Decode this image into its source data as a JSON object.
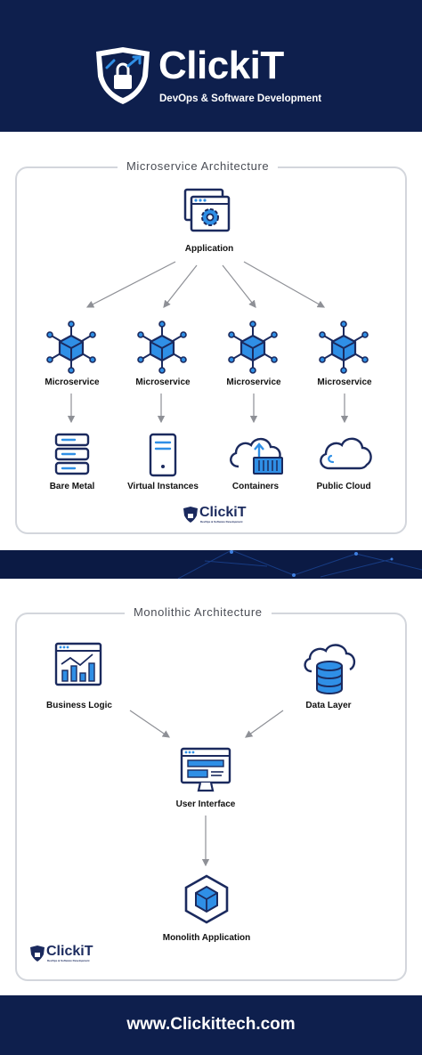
{
  "header": {
    "brand": "ClickiT",
    "tagline": "DevOps & Software Development"
  },
  "microservice": {
    "title": "Microservice Architecture",
    "application_label": "Application",
    "services": [
      {
        "label": "Microservice",
        "target": "Bare Metal"
      },
      {
        "label": "Microservice",
        "target": "Virtual Instances"
      },
      {
        "label": "Microservice",
        "target": "Containers"
      },
      {
        "label": "Microservice",
        "target": "Public Cloud"
      }
    ],
    "watermark_brand": "ClickiT",
    "watermark_tag": "DevOps & Software Development"
  },
  "monolithic": {
    "title": "Monolithic Architecture",
    "business_logic": "Business Logic",
    "data_layer": "Data Layer",
    "user_interface": "User Interface",
    "monolith_application": "Monolith Application",
    "watermark_brand": "ClickiT",
    "watermark_tag": "DevOps & Software Development"
  },
  "footer": {
    "url": "www.Clickittech.com"
  },
  "colors": {
    "navy": "#0e1f4d",
    "icon_blue": "#1b2a5e",
    "accent_blue": "#2f8fe6",
    "border_gray": "#d3d6dc",
    "arrow_gray": "#8e9096"
  }
}
